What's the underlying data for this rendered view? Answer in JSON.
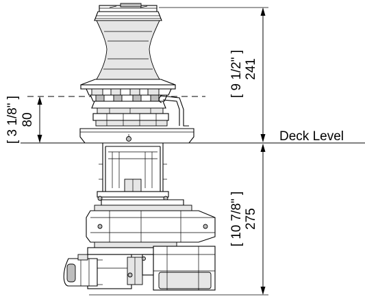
{
  "drawing": {
    "deck_label": "Deck Level",
    "dimensions": [
      {
        "id": "above-deck-total",
        "mm": "241",
        "inches": "[ 9 1/2\" ]"
      },
      {
        "id": "below-deck",
        "mm": "275",
        "inches": "[ 10 7/8\" ]"
      },
      {
        "id": "rope-line-height",
        "mm": "80",
        "inches": "[ 3 1/8\" ]"
      }
    ]
  }
}
